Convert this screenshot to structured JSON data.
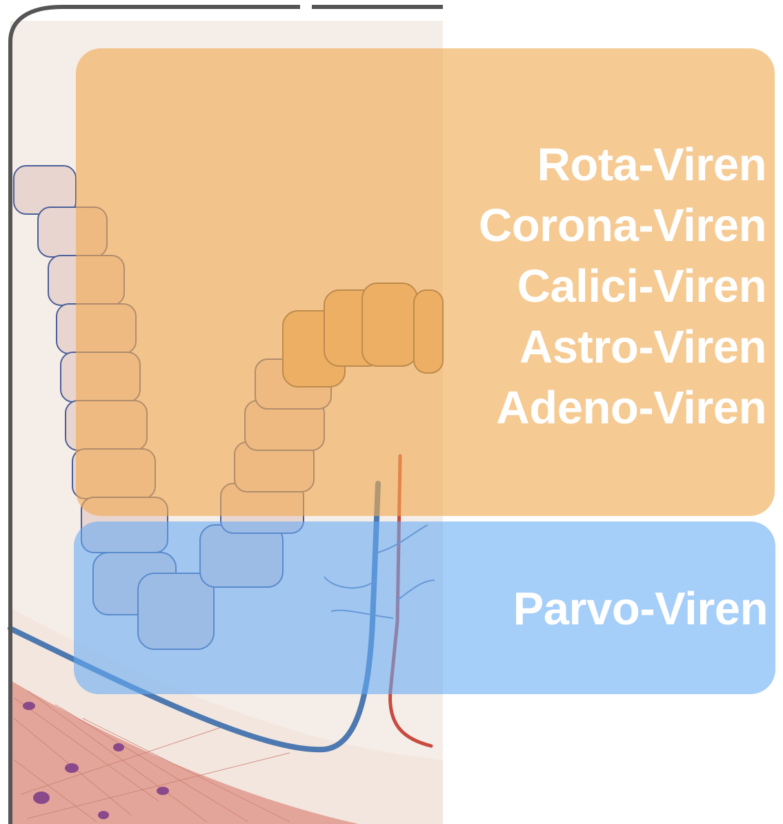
{
  "group_orange": {
    "color": "#f0aa50",
    "labels": [
      "Rota-Viren",
      "Corona-Viren",
      "Calici-Viren",
      "Astro-Viren",
      "Adeno-Viren"
    ]
  },
  "group_blue": {
    "color": "#64aaf5",
    "label": "Parvo-Viren"
  }
}
